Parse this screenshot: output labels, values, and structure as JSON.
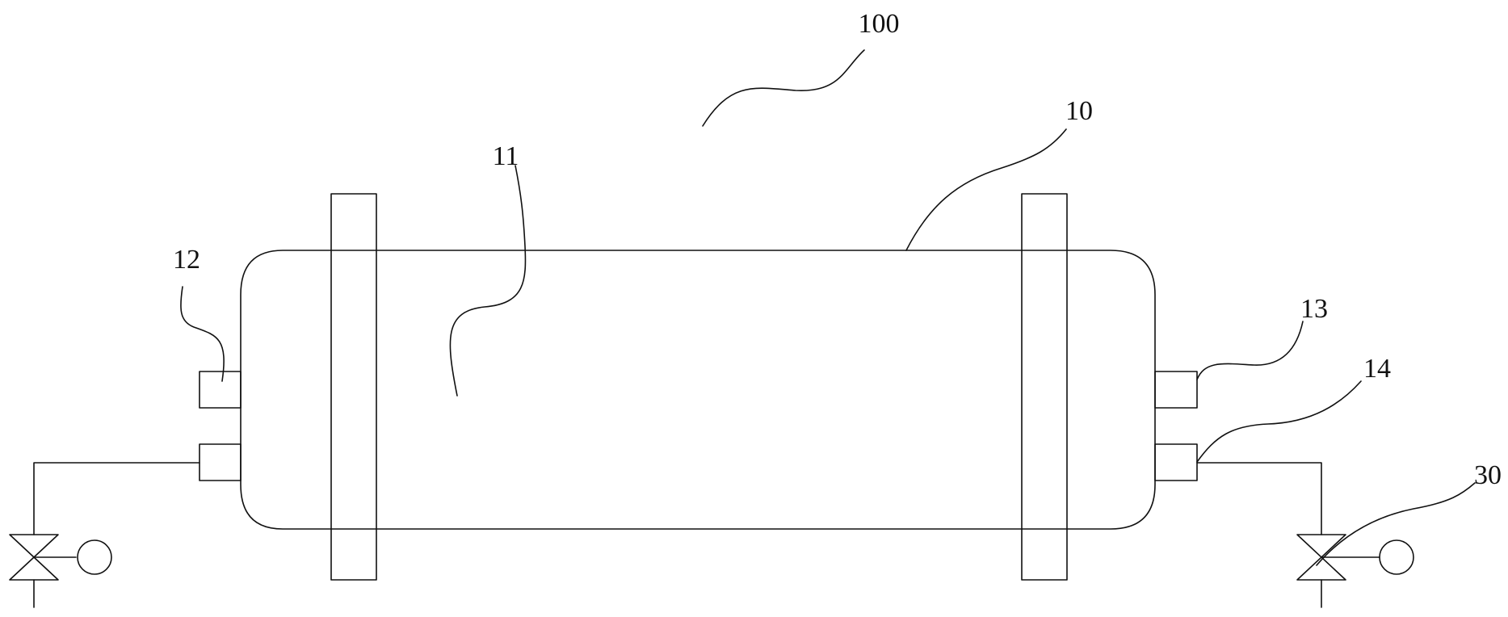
{
  "labels": {
    "assembly": "100",
    "housing": "10",
    "chamber": "11",
    "port_left": "12",
    "port_right_upper": "13",
    "port_right_lower": "14",
    "valve_right": "30"
  },
  "colors": {
    "line": "#111111",
    "background": "#ffffff"
  }
}
